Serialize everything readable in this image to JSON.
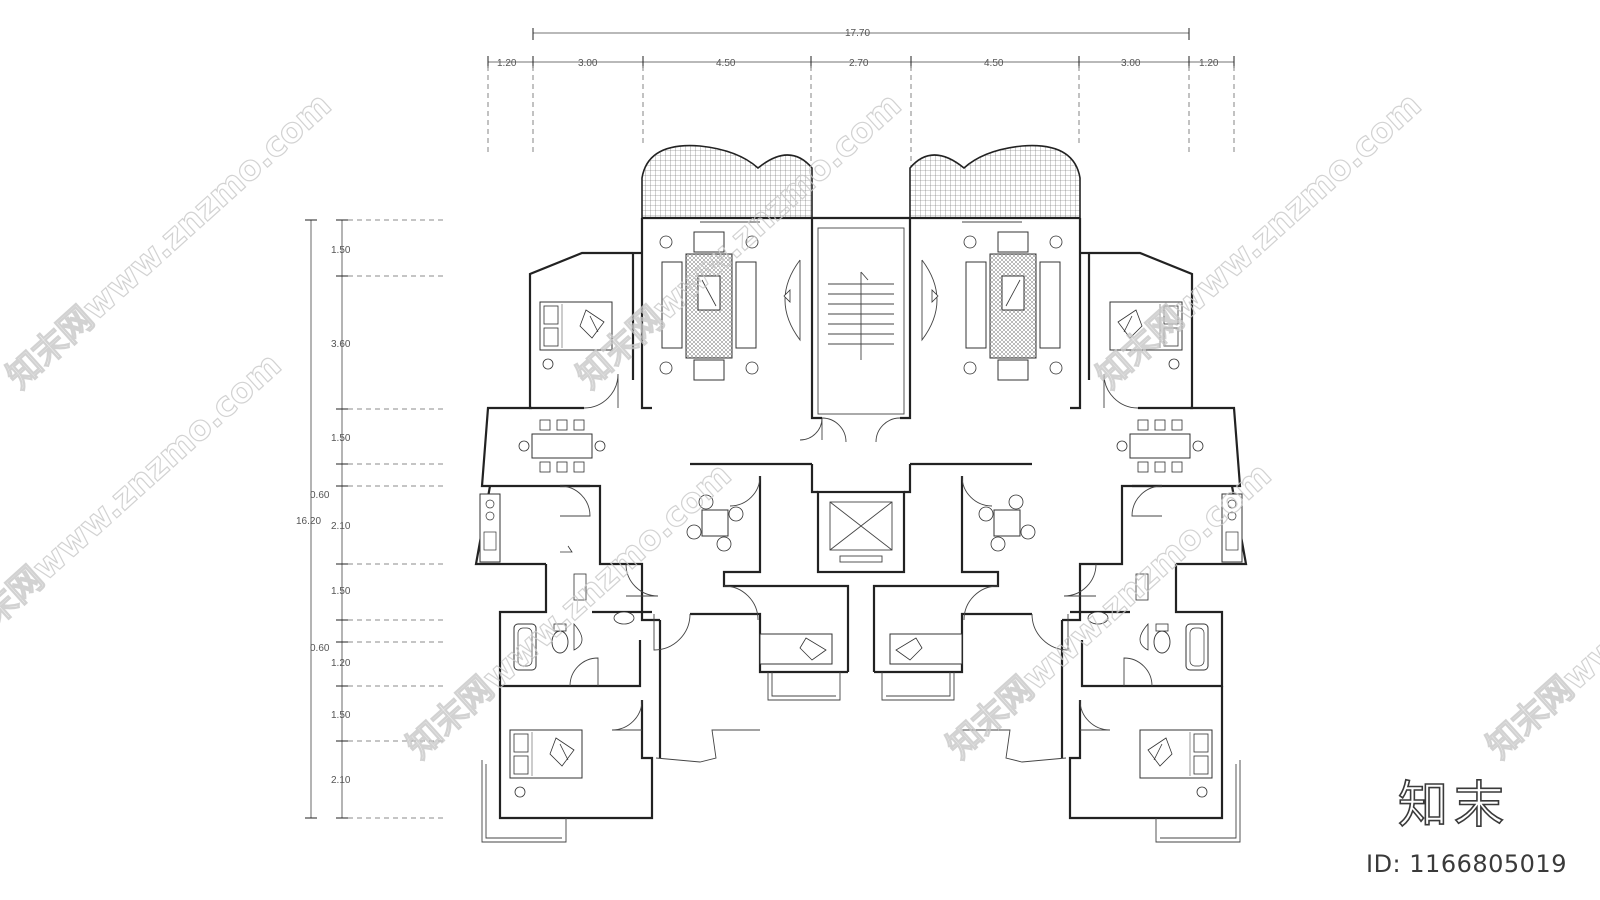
{
  "dimensions": {
    "overall_width": "17.70",
    "top": [
      "1.20",
      "3.00",
      "4.50",
      "2.70",
      "4.50",
      "3.00",
      "1.20"
    ],
    "overall_depth": "16.20",
    "left": [
      "1.50",
      "3.60",
      "1.50",
      "0.60",
      "2.10",
      "1.50",
      "0.60",
      "1.20",
      "1.50",
      "2.10"
    ]
  },
  "watermark": {
    "text": "知末网www.znzmo.com"
  },
  "brand": {
    "logo_text": "知末",
    "id_text": "ID: 1166805019"
  },
  "colors": {
    "line": "#222222",
    "watermark": "#c8c8c8",
    "background": "#ffffff"
  }
}
